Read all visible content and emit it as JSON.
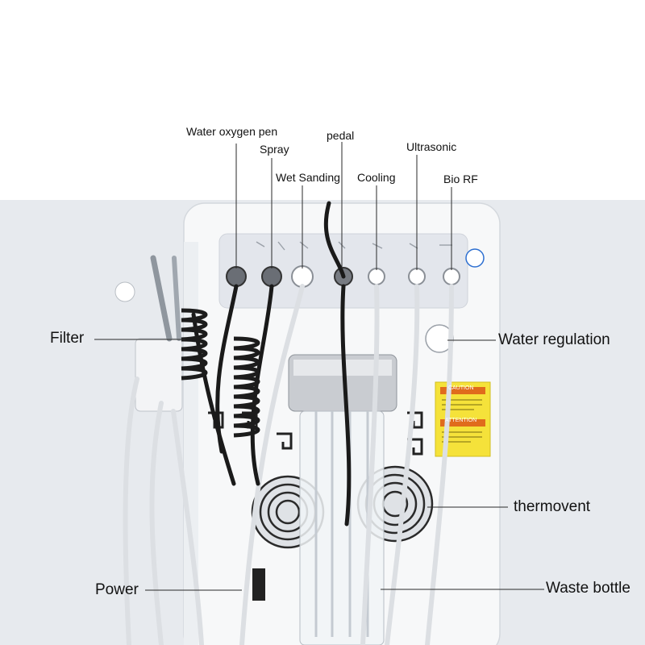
{
  "labels_top": {
    "water_oxygen_pen": "Water oxygen pen",
    "spray": "Spray",
    "pedal": "pedal",
    "wet_sanding": "Wet Sanding",
    "cooling": "Cooling",
    "ultrasonic": "Ultrasonic",
    "bio_rf": "Bio RF"
  },
  "labels_side": {
    "filter": "Filter",
    "water_regulation": "Water regulation",
    "thermovent": "thermovent",
    "power": "Power",
    "waste_bottle": "Waste bottle"
  },
  "sticker": {
    "caution": "CAUTION",
    "attention": "ATTENTION"
  },
  "colors": {
    "device_body": "#f7f8f9",
    "panel": "#e3e6ec",
    "sticker": "#f5e23a",
    "cable_black": "#1a1a1a",
    "hose_white": "#dcdfe3"
  }
}
